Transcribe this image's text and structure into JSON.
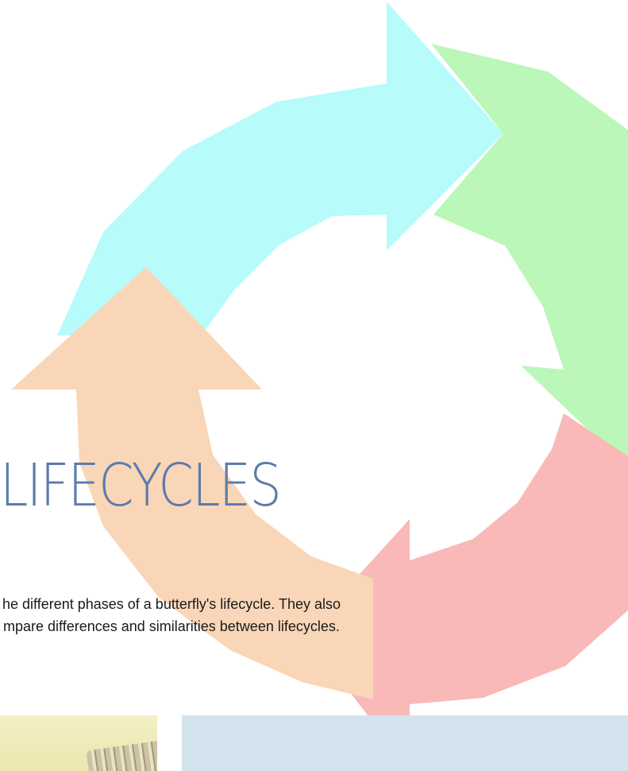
{
  "title": "LIFECYCLES",
  "description_lines": [
    "he different phases of a butterfly's lifecycle. They  also",
    "mpare differences and similarities between lifecycles."
  ],
  "cycle_arrow_colors": {
    "top": "#b7fbfb",
    "right": "#bbf7b8",
    "bottom": "#f9b9b9",
    "left": "#f9d6b8"
  },
  "panel_colors": {
    "thumbnail": "#eee9b6",
    "info_panel": "#d4e4ef"
  }
}
